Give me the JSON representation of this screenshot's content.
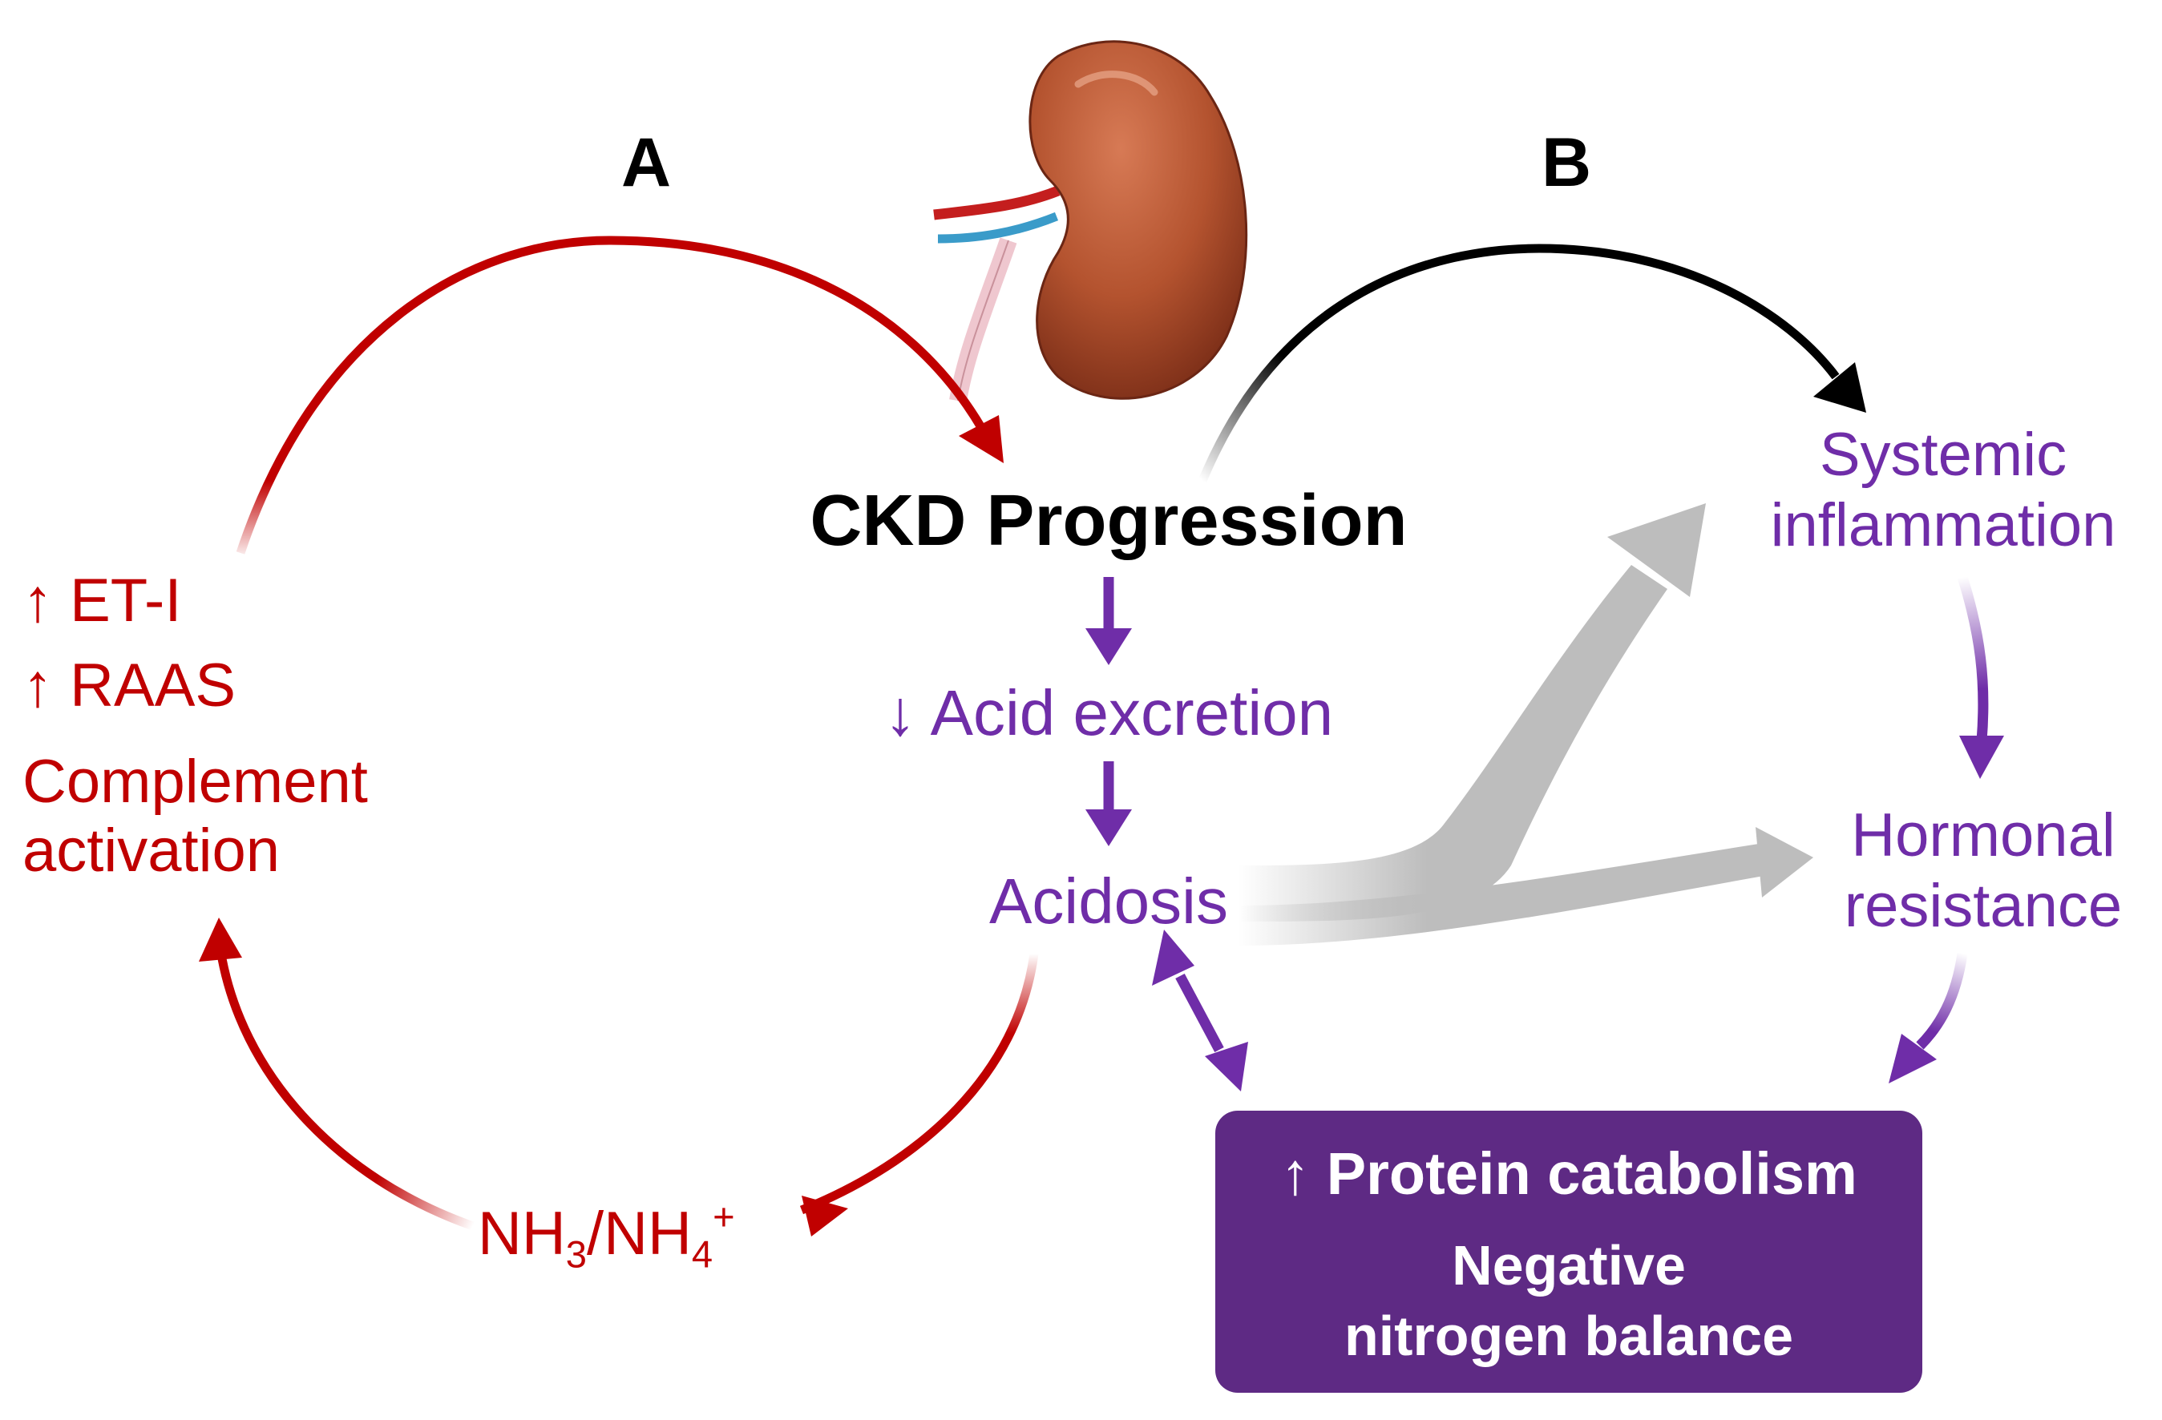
{
  "panels": {
    "a_label": "A",
    "b_label": "B"
  },
  "center": {
    "ckd_progression": "CKD Progression",
    "acid_excretion": "↓ Acid excretion",
    "acidosis": "Acidosis"
  },
  "loop_a": {
    "et1": "↑ ET-I",
    "raas": "↑ RAAS",
    "complement_line1": "Complement",
    "complement_line2": "activation",
    "ammonia_base1": "NH",
    "ammonia_sub1": "3",
    "ammonia_sep": "/NH",
    "ammonia_sub2": "4",
    "ammonia_sup": "+"
  },
  "loop_b": {
    "inflammation_line1": "Systemic",
    "inflammation_line2": "inflammation",
    "hormonal_line1": "Hormonal",
    "hormonal_line2": "resistance"
  },
  "outcome": {
    "line1": "↑ Protein catabolism",
    "line2": "Negative",
    "line3": "nitrogen balance"
  },
  "colors": {
    "loop_a": "#c00000",
    "pathway": "#6f2da8",
    "loop_b_arc": "#000000",
    "acidosis_effects": "#bdbdbd",
    "outcome_box": "#5e2a84"
  },
  "icons": [
    "kidney-illustration"
  ]
}
